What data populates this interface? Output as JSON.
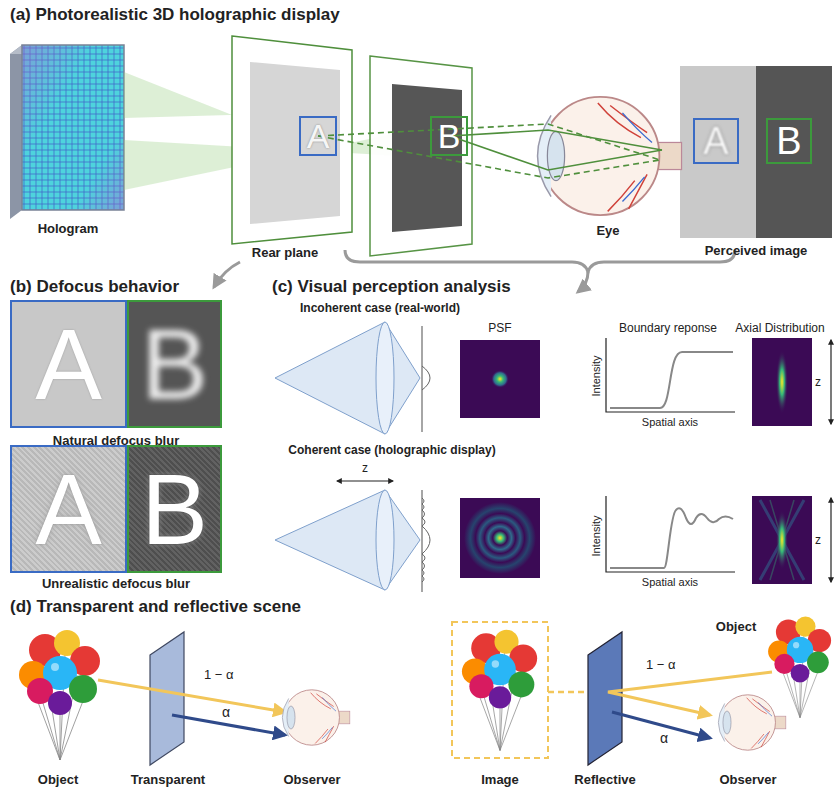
{
  "diagram": {
    "nodes": [
      {
        "text": [
          "A"
        ]
      },
      {
        "text": [
          "B"
        ]
      },
      {
        "text": [
          "A"
        ]
      },
      {
        "text": [
          "B"
        ]
      },
      {
        "text": [
          "A"
        ]
      },
      {
        "text": [
          "B"
        ]
      },
      {
        "text": [
          "A"
        ]
      },
      {
        "text": [
          "B"
        ]
      }
    ],
    "labels": [
      "(a) Photorealistic 3D holographic display",
      "Hologram",
      "Rear plane",
      "Eye",
      "Perceived image",
      "(b) Defocus behavior",
      "(c) Visual perception analysis",
      "Incoherent case (real-world)",
      "PSF",
      "Boundary reponse",
      "Axial Distribution",
      "Intensity",
      "Spatial axis",
      "z",
      "Natural defocus blur",
      "Coherent case (holographic display)",
      "z",
      "Unrealistic defocus blur",
      "Intensity",
      "Spatial axis",
      "z",
      "(d) Transparent and reflective scene",
      "1 − α",
      "α",
      "Object",
      "Transparent",
      "Observer",
      "Image",
      "Reflective",
      "Observer",
      "Object",
      "1 − α",
      "α"
    ]
  }
}
